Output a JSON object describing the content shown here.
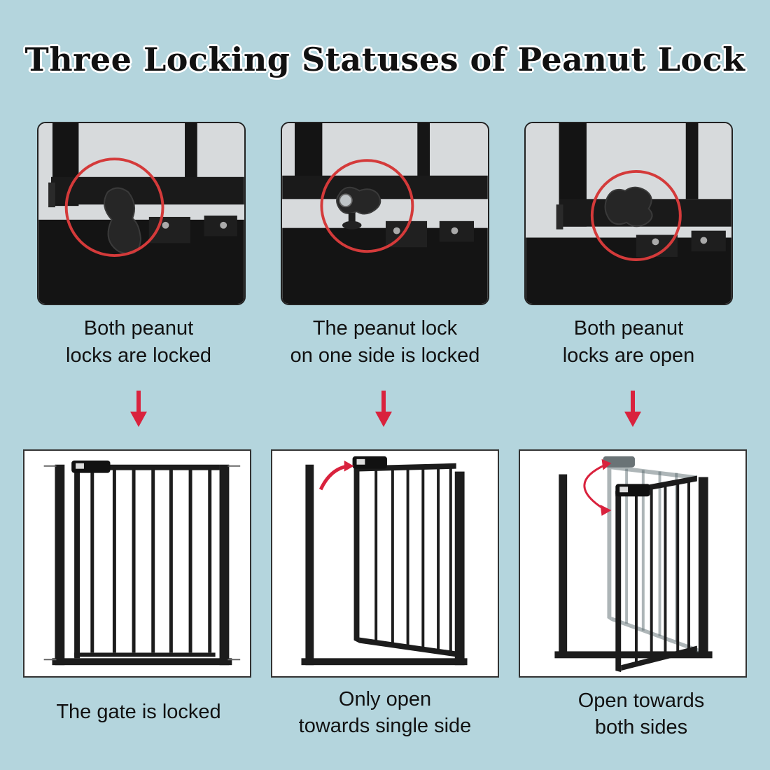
{
  "title": "Three Locking Statuses of  Peanut Lock",
  "colors": {
    "background": "#b4d5dd",
    "highlight_circle": "#d43a3a",
    "arrow": "#d9223d",
    "gate_metal": "#1c1c1c"
  },
  "panels": [
    {
      "top_caption_line1": "Both peanut",
      "top_caption_line2": "locks are locked",
      "bottom_caption_line1": "The gate is locked",
      "bottom_caption_line2": ""
    },
    {
      "top_caption_line1": "The peanut lock",
      "top_caption_line2": "on one side is locked",
      "bottom_caption_line1": "Only open",
      "bottom_caption_line2": "towards single side"
    },
    {
      "top_caption_line1": "Both peanut",
      "top_caption_line2": "locks are open",
      "bottom_caption_line1": "Open towards",
      "bottom_caption_line2": "both sides"
    }
  ]
}
